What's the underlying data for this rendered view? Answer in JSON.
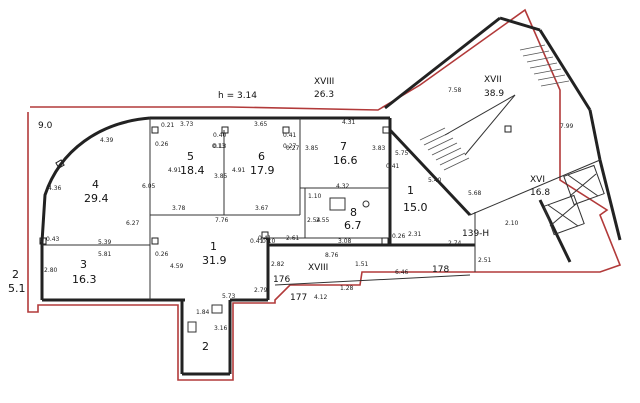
{
  "header": {
    "height_label": "h = 3.14",
    "corridor_top_code": "XVIII",
    "corridor_top_area": "26.3",
    "corner_left": "9.0"
  },
  "rooms": [
    {
      "num": "4",
      "area": "29.4"
    },
    {
      "num": "5",
      "area": "18.4"
    },
    {
      "num": "6",
      "area": "17.9"
    },
    {
      "num": "7",
      "area": "16.6"
    },
    {
      "num": "8",
      "area": "6.7"
    },
    {
      "num": "3",
      "area": "16.3"
    },
    {
      "num": "1",
      "area": "31.9"
    },
    {
      "num": "2",
      "area": "5.1"
    },
    {
      "num": "2",
      "area": ""
    },
    {
      "num": "1",
      "area": "15.0"
    }
  ],
  "zones": {
    "xvii_code": "XVII",
    "xvii_area": "38.9",
    "xvi_code": "XVI",
    "xvi_area": "16.8",
    "xviii_code": "XVIII",
    "code_139": "139-H",
    "n176": "176",
    "n177": "177",
    "n178": "178"
  },
  "dims": [
    "0.21",
    "3.73",
    "0.40",
    "0.13",
    "3.65",
    "0.41",
    "0.27",
    "4.31",
    "4.39",
    "0.26",
    "4.91",
    "0.13",
    "3.85",
    "4.91",
    "0.27",
    "3.85",
    "3.83",
    "0.41",
    "5.75",
    "6.05",
    "3.78",
    "7.76",
    "3.67",
    "1.10",
    "4.32",
    "5.40",
    "7.58",
    "7.99",
    "5.68",
    "4.36",
    "6.27",
    "2.55",
    "0.41",
    "2.61",
    "2.54",
    "3.08",
    "0.26",
    "2.31",
    "2.74",
    "2.10",
    "0.43",
    "5.39",
    "0.41",
    "0.10",
    "8.76",
    "5.81",
    "0.26",
    "4.59",
    "2.82",
    "1.51",
    "6.46",
    "2.51",
    "2.80",
    "5.73",
    "2.79",
    "1.28",
    "4.12",
    "1.84",
    "3.16"
  ]
}
